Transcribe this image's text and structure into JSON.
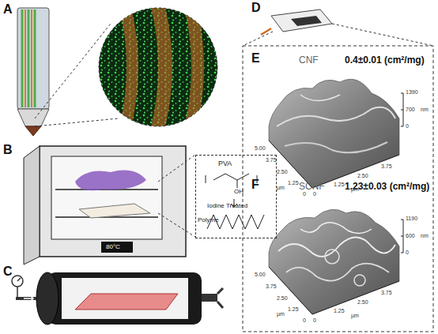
{
  "diagram": {
    "nodes": [
      {
        "text": [
          "PVA",
          "OH",
          "Iodine Treated",
          "Polyme"
        ]
      },
      {
        "text": [
          "CNF",
          "0.4±0.01 (cm²/mg)"
        ]
      },
      {
        "text": [
          "SCNF",
          "1.23±0.03 (cm²/mg)"
        ]
      }
    ],
    "labels": [
      "A",
      "B",
      "C",
      "D",
      "E",
      "F",
      "80°C",
      "1390",
      "700",
      "0",
      "nm",
      "5.00",
      "3.75",
      "2.50",
      "1.25",
      "0",
      "µm",
      "0",
      "1.25",
      "2.50",
      "3.75",
      "µm",
      "1190",
      "600",
      "0",
      "nm",
      "5.00",
      "3.75",
      "2.50",
      "1.25",
      "0",
      "µm",
      "0",
      "1.25",
      "2.50",
      "3.75",
      "µm"
    ]
  }
}
